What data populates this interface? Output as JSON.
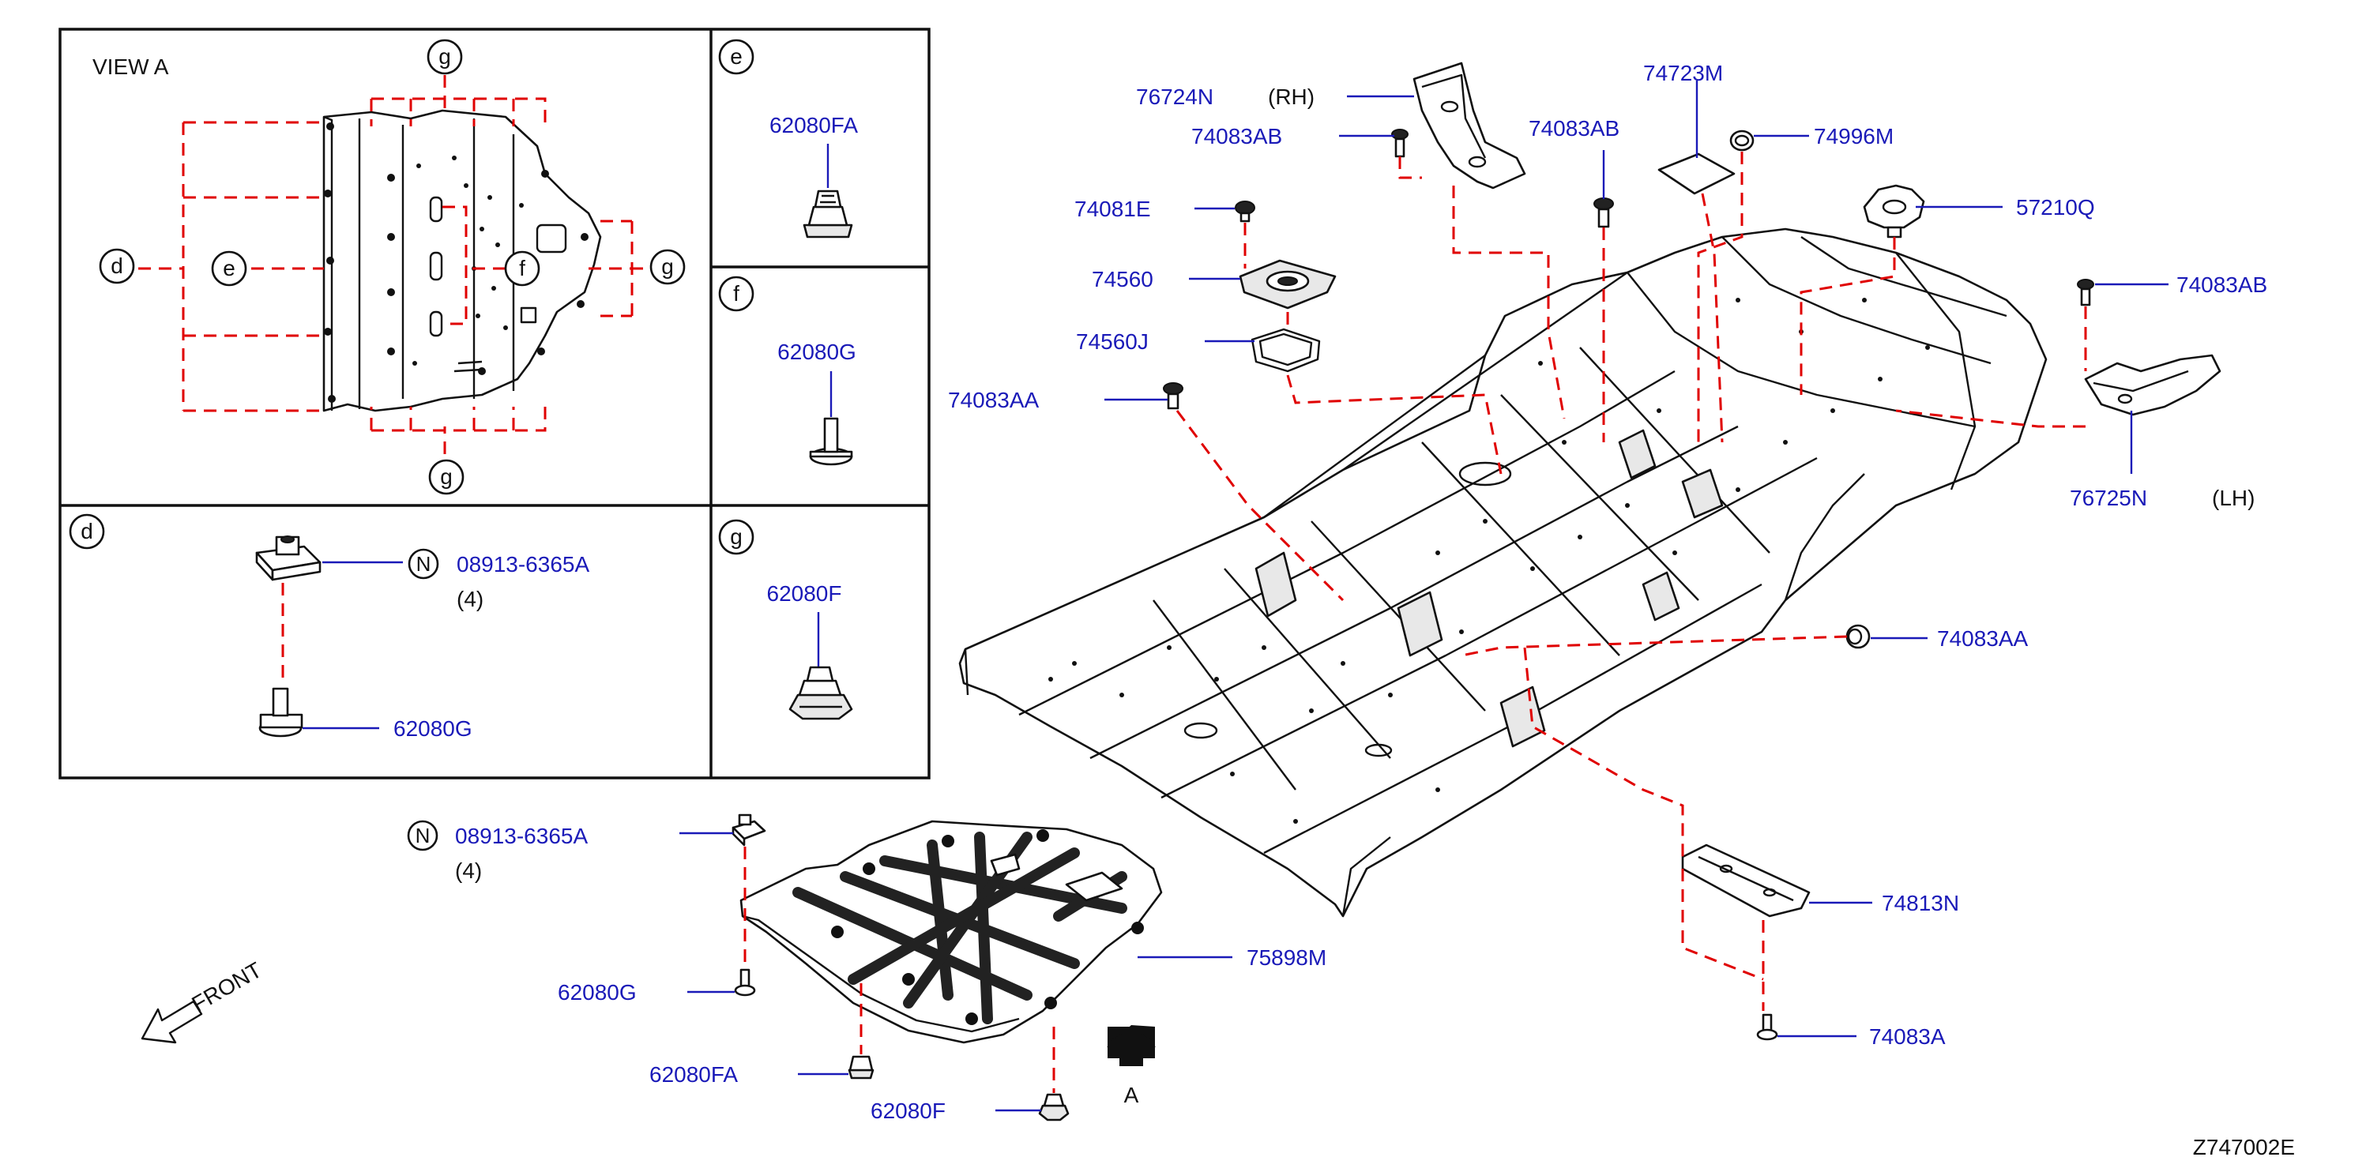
{
  "view": {
    "label": "VIEW  A"
  },
  "callouts": {
    "d": "d",
    "e": "e",
    "f": "f",
    "g": "g",
    "n": "N"
  },
  "panels": {
    "e": {
      "part": "62080FA"
    },
    "f": {
      "part": "62080G"
    },
    "d": {
      "nut": "08913-6365A",
      "qty": "(4)",
      "bolt": "62080G"
    },
    "g": {
      "part": "62080F"
    }
  },
  "parts": {
    "p76724N": "76724N",
    "rh": "(RH)",
    "p74083AB_1": "74083AB",
    "p74083AB_2": "74083AB",
    "p74723M": "74723M",
    "p74996M": "74996M",
    "p74081E": "74081E",
    "p57210Q": "57210Q",
    "p74083AB_3": "74083AB",
    "p74560": "74560",
    "p74560J": "74560J",
    "p74083AA_1": "74083AA",
    "p76725N": "76725N",
    "lh": "(LH)",
    "p74083AA_2": "74083AA",
    "p08913": "08913-6365A",
    "qty4": "(4)",
    "p74813N": "74813N",
    "p75898M": "75898M",
    "p62080G": "62080G",
    "p74083A": "74083A",
    "p62080FA": "62080FA",
    "p62080F": "62080F"
  },
  "front_label": "FRONT",
  "arrow_label": "A",
  "diagram_code": "Z747002E"
}
